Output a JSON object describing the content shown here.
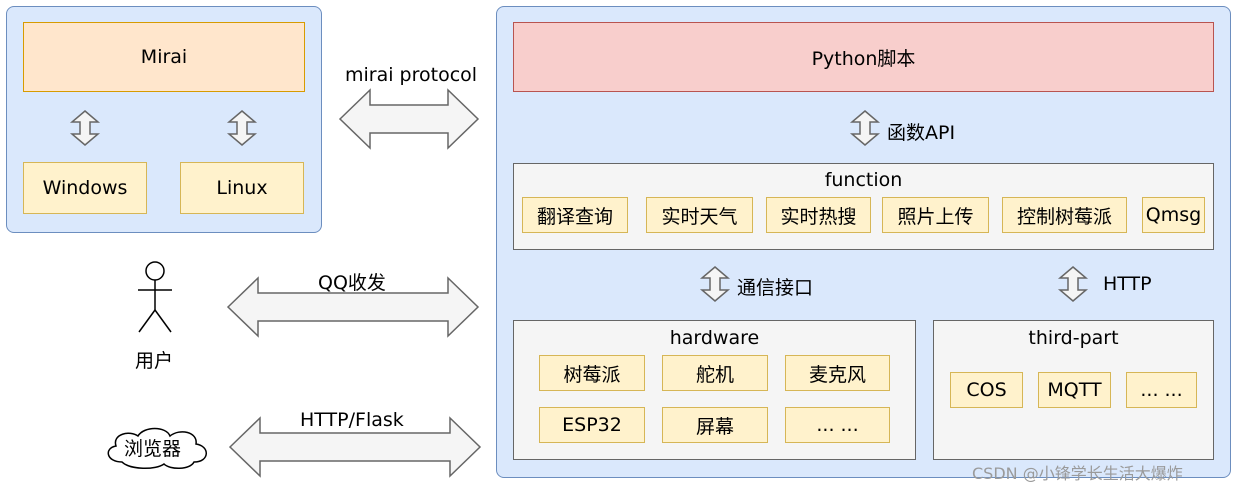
{
  "mirai_group": {
    "mirai": "Mirai",
    "windows": "Windows",
    "linux": "Linux"
  },
  "python_group": {
    "python_script": "Python脚本",
    "api_label": "函数API",
    "function": {
      "title": "function",
      "items": [
        "翻译查询",
        "实时天气",
        "实时热搜",
        "照片上传",
        "控制树莓派",
        "Qmsg"
      ]
    },
    "comm_label": "通信接口",
    "http_label": "HTTP",
    "hardware": {
      "title": "hardware",
      "items": [
        "树莓派",
        "舵机",
        "麦克风",
        "ESP32",
        "屏幕",
        "... ..."
      ]
    },
    "third_part": {
      "title": "third-part",
      "items": [
        "COS",
        "MQTT",
        "... ..."
      ]
    }
  },
  "connections": {
    "mirai_protocol": "mirai protocol",
    "qq": "QQ收发",
    "http_flask": "HTTP/Flask"
  },
  "actors": {
    "user": "用户",
    "browser": "浏览器"
  },
  "watermark": "CSDN @小锋学长生活大爆炸"
}
